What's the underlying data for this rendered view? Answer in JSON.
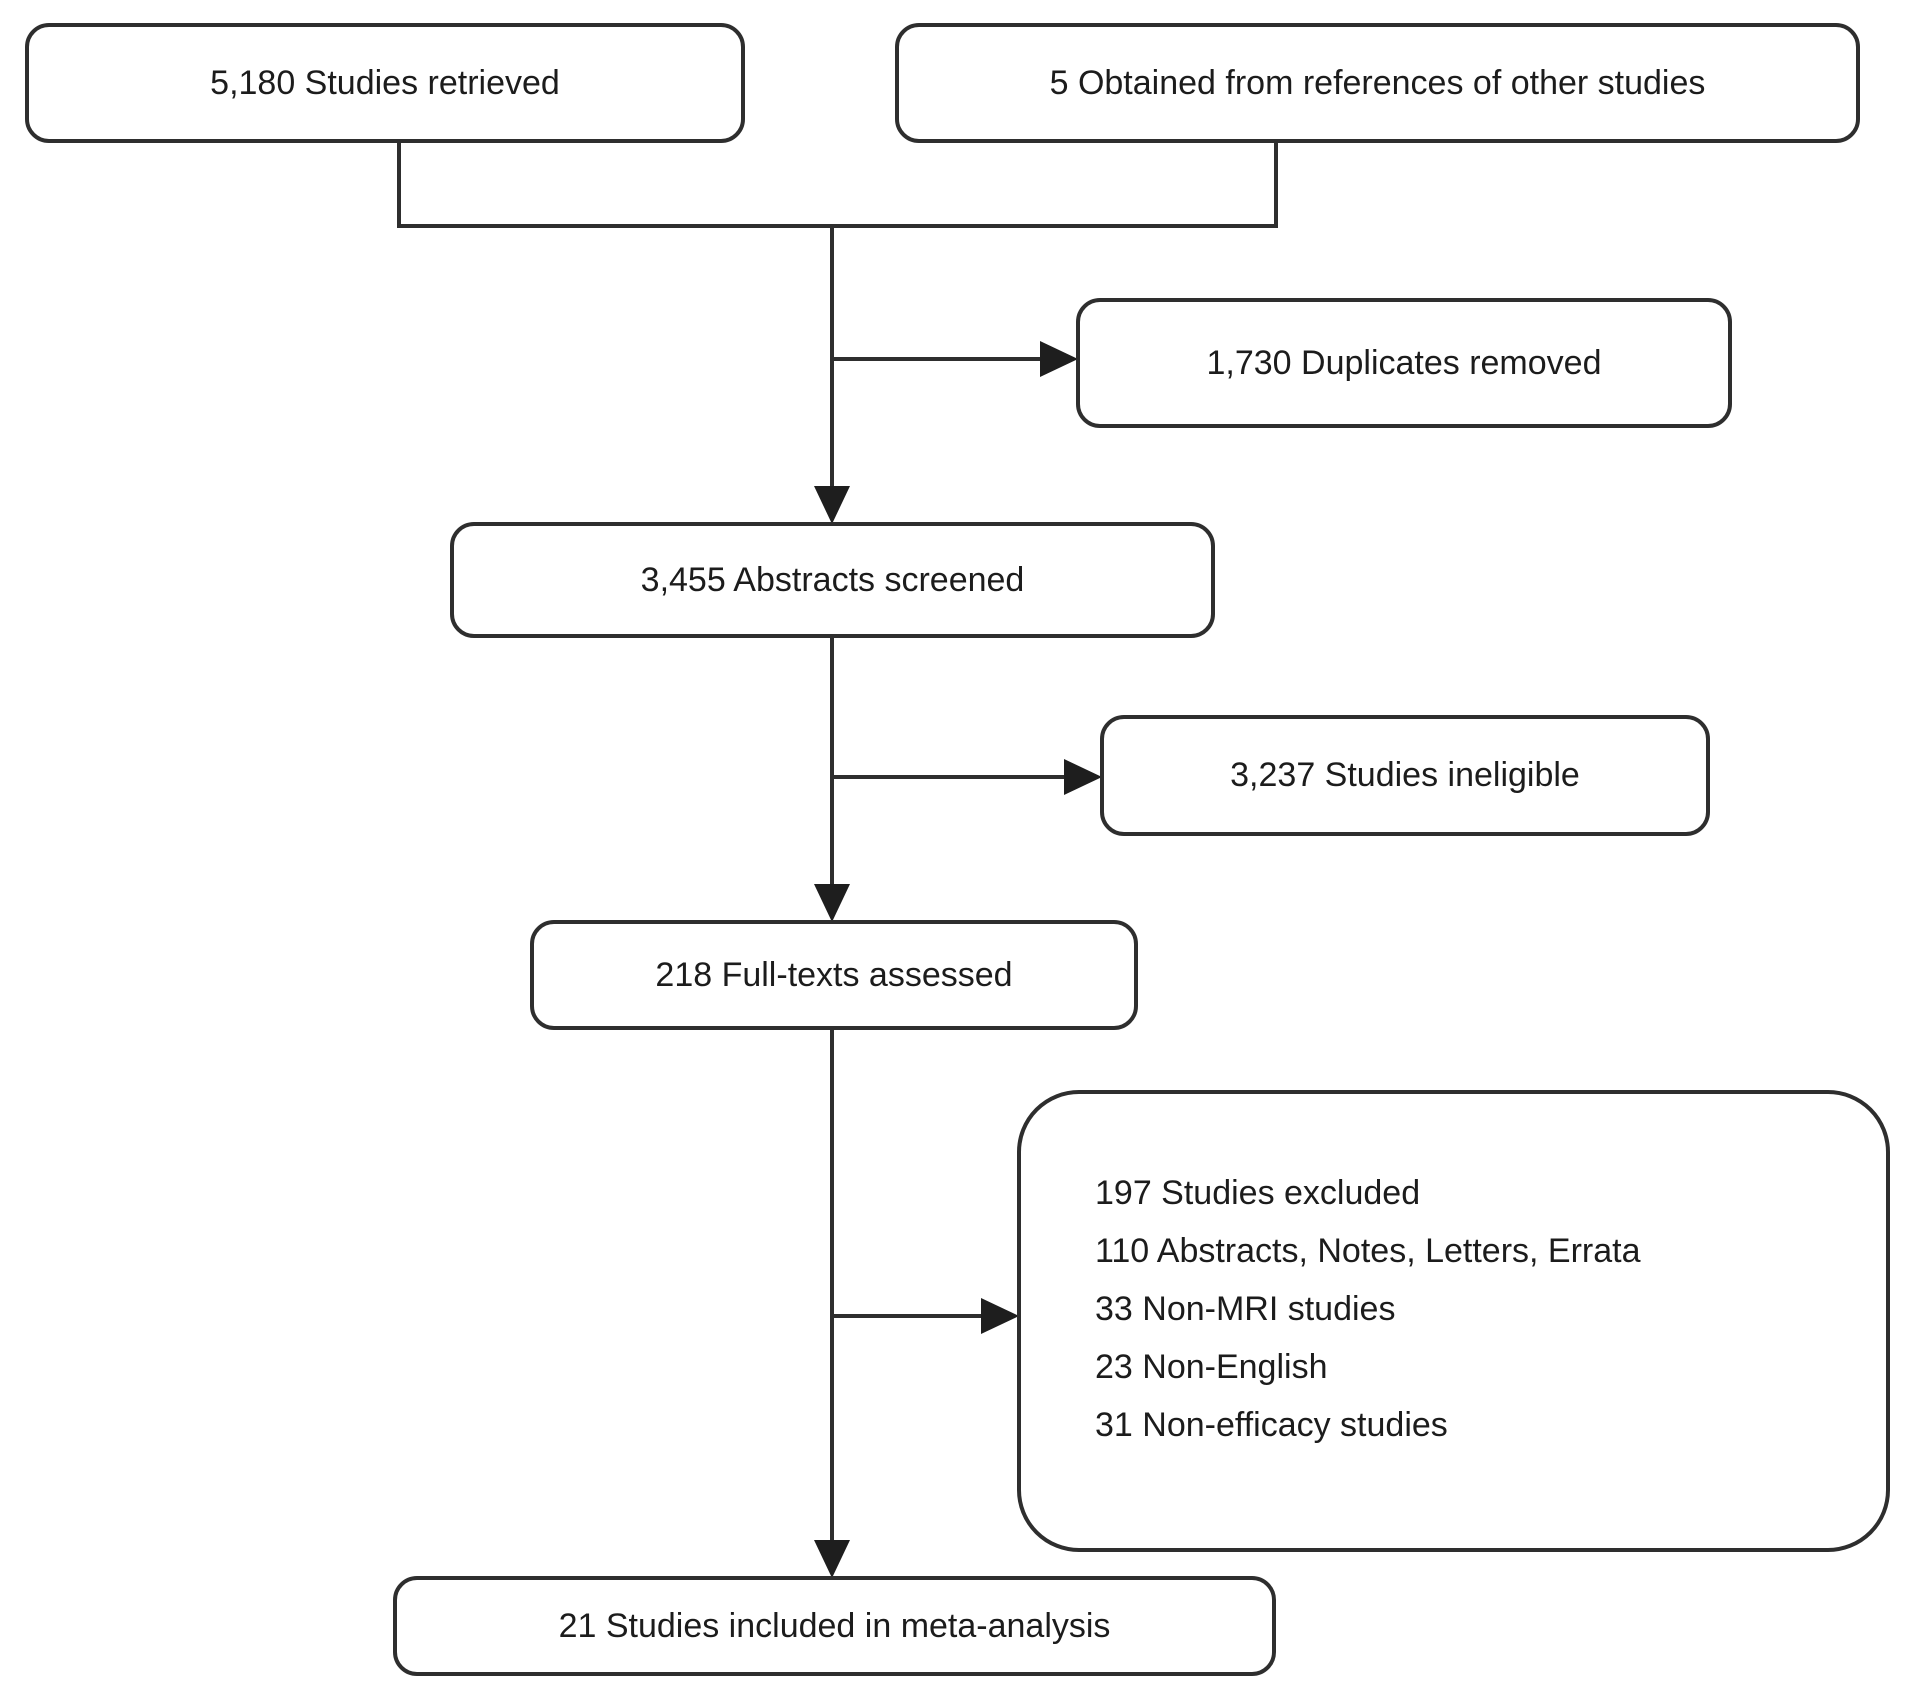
{
  "diagram": {
    "type": "flowchart",
    "colors": {
      "line": "#2e2e2e",
      "text": "#1c1c1c",
      "background": "#ffffff"
    },
    "boxes": {
      "retrieved": {
        "label": "5,180 Studies retrieved"
      },
      "references": {
        "label": "5 Obtained from references of other studies"
      },
      "duplicates": {
        "label": "1,730 Duplicates removed"
      },
      "abstracts": {
        "label": "3,455 Abstracts screened"
      },
      "ineligible": {
        "label": "3,237 Studies ineligible"
      },
      "fulltexts": {
        "label": "218 Full-texts assessed"
      },
      "excluded": {
        "lines": [
          "197 Studies excluded",
          "110 Abstracts, Notes, Letters, Errata",
          "33 Non-MRI studies",
          "23 Non-English",
          "31 Non-efficacy studies"
        ]
      },
      "included": {
        "label": "21 Studies included in meta-analysis"
      }
    }
  }
}
